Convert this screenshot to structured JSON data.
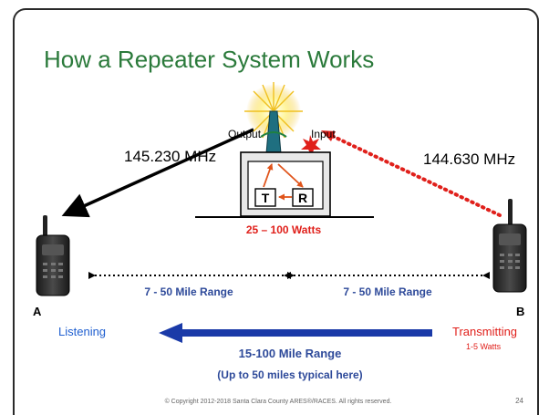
{
  "slide": {
    "title": "How a Repeater System Works",
    "footer": "© Copyright 2012-2018  Santa Clara County ARES®/RACES. All rights reserved.",
    "page_number": "24"
  },
  "repeater": {
    "output_label": "Output",
    "input_label": "Input",
    "transmitter_label": "T",
    "receiver_label": "R",
    "power_label": "25 – 100 Watts"
  },
  "links": {
    "output_freq": "145.230 MHz",
    "input_freq": "144.630 MHz",
    "left_range": "7 - 50 Mile Range",
    "right_range": "7 - 50 Mile Range",
    "total_range": "15-100 Mile Range",
    "typical_range": "(Up to 50 miles typical here)"
  },
  "stations": {
    "a_label": "A",
    "a_status": "Listening",
    "b_label": "B",
    "b_status": "Transmitting",
    "b_power": "1-5 Watts"
  },
  "colors": {
    "title": "#2b7a3b",
    "range_text": "#2e4a9a",
    "transmit": "#e0201b",
    "listen_arrow": "#1a3aa8",
    "listening_text": "#1f5fd0"
  }
}
